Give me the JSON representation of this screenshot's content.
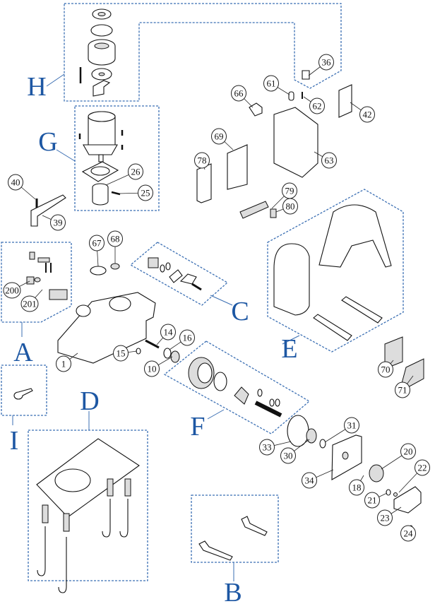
{
  "groups": [
    "H",
    "G",
    "A",
    "C",
    "E",
    "I",
    "D",
    "F",
    "B"
  ],
  "callouts": [
    "36",
    "61",
    "66",
    "62",
    "42",
    "69",
    "63",
    "78",
    "26",
    "25",
    "40",
    "39",
    "79",
    "80",
    "67",
    "68",
    "200",
    "201",
    "14",
    "16",
    "15",
    "1",
    "10",
    "70",
    "71",
    "31",
    "33",
    "30",
    "20",
    "22",
    "34",
    "18",
    "21",
    "23",
    "24"
  ],
  "colors": {
    "group_outline": "#3b6fb3",
    "group_letter": "#1d57a3"
  }
}
